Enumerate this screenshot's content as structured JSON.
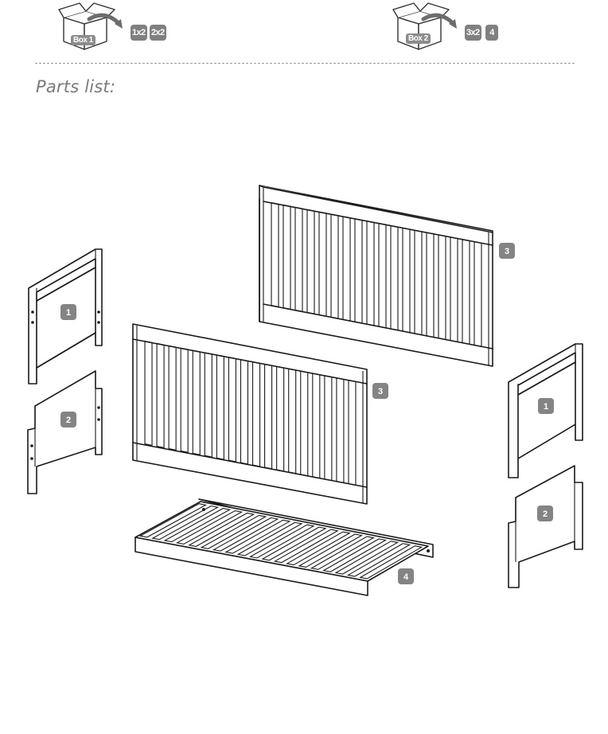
{
  "header": {
    "box1": {
      "label": "Box 1",
      "badges": [
        "1x2",
        "2x2"
      ]
    },
    "box2": {
      "label": "Box 2",
      "badges": [
        "3x2",
        "4"
      ]
    }
  },
  "title": "Parts list:",
  "part_labels": {
    "p1_left": "1",
    "p2_left": "2",
    "p3_back": "3",
    "p3_front": "3",
    "p1_right": "1",
    "p2_right": "2",
    "p4_base": "4"
  },
  "colors": {
    "badge": "#848484",
    "outline": "#1a1a1a",
    "title": "#7a7a7a"
  }
}
